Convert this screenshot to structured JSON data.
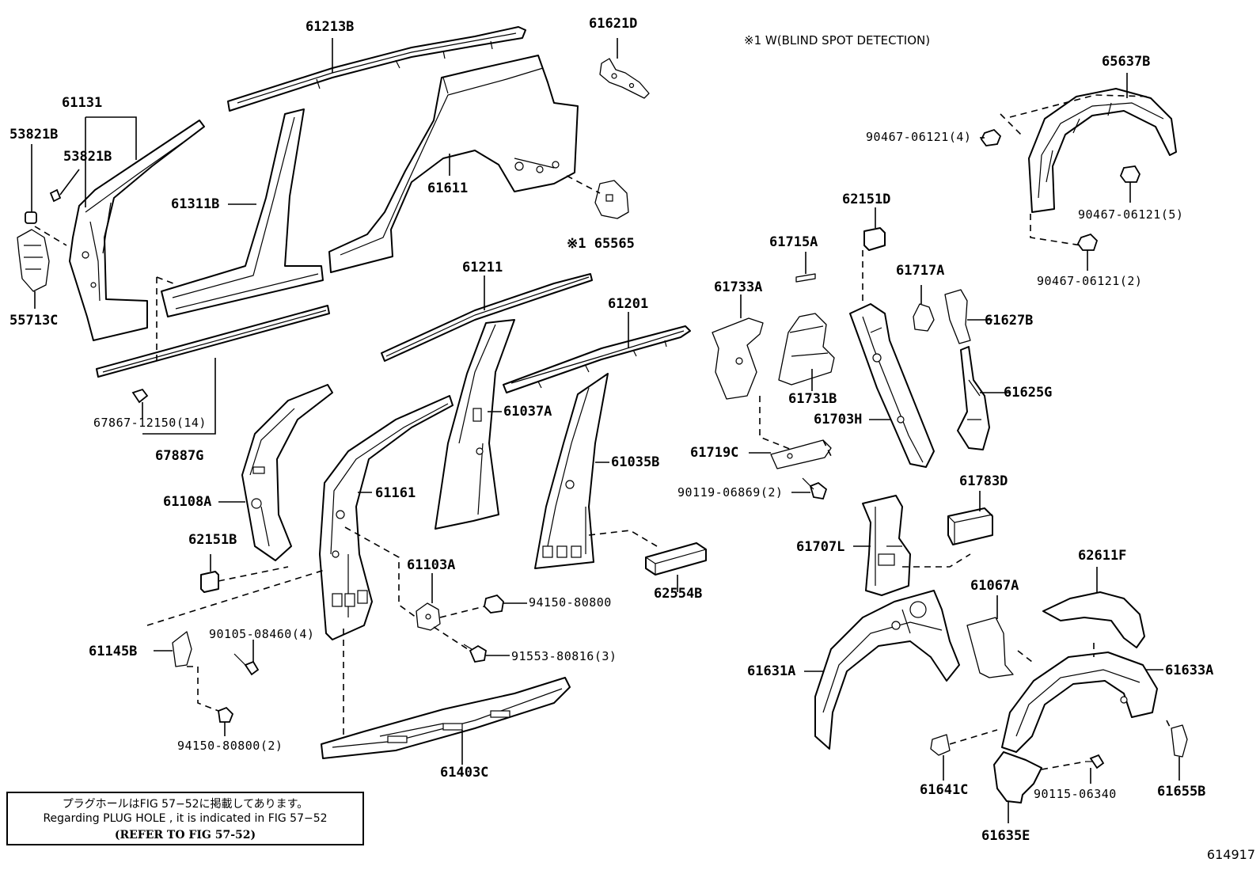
{
  "header_note": "※1 W(BLIND SPOT DETECTION)",
  "figure_number": "614917",
  "note_box": {
    "line1": "プラグホールはFIG 57−52に掲載してあります。",
    "line2": "Regarding PLUG HOLE , it is indicated in FIG 57−52",
    "line3": "(REFER TO FIG 57-52)"
  },
  "labels": {
    "p61213B": "61213B",
    "p61621D": "61621D",
    "p61131": "61131",
    "p53821B_a": "53821B",
    "p53821B_b": "53821B",
    "p61311B": "61311B",
    "p61611": "61611",
    "p65565": "※1 65565",
    "p55713C": "55713C",
    "p61211": "61211",
    "p61201": "61201",
    "p67867": "67867-12150(14)",
    "p67887G": "67887G",
    "p61037A": "61037A",
    "p61035B": "61035B",
    "p61108A": "61108A",
    "p61161": "61161",
    "p62151B": "62151B",
    "p61103A": "61103A",
    "p94150_a": "94150-80800",
    "p91553": "91553-80816(3)",
    "p62554B": "62554B",
    "p90105": "90105-08460(4)",
    "p61145B": "61145B",
    "p94150_b": "94150-80800(2)",
    "p61403C": "61403C",
    "p65637B": "65637B",
    "p90467_4": "90467-06121(4)",
    "p90467_5": "90467-06121(5)",
    "p90467_2": "90467-06121(2)",
    "p62151D": "62151D",
    "p61715A": "61715A",
    "p61733A": "61733A",
    "p61717A": "61717A",
    "p61627B": "61627B",
    "p61731B": "61731B",
    "p61703H": "61703H",
    "p61625G": "61625G",
    "p61719C": "61719C",
    "p90119": "90119-06869(2)",
    "p61783D": "61783D",
    "p61707L": "61707L",
    "p62611F": "62611F",
    "p61067A": "61067A",
    "p61631A": "61631A",
    "p61633A": "61633A",
    "p61641C": "61641C",
    "p90115": "90115-06340",
    "p61655B": "61655B",
    "p61635E": "61635E"
  }
}
